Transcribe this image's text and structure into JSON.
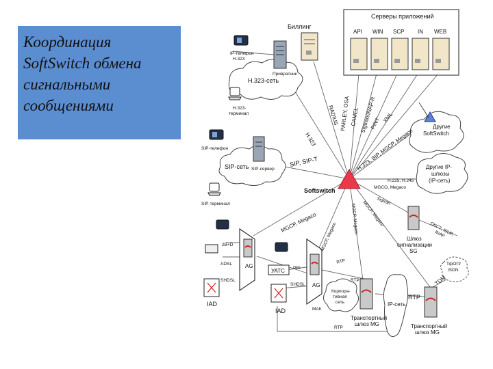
{
  "title": "Координация\nSoftSwitch обмена\nсигнальными\nсообщениями",
  "colors": {
    "title_bg": "#5b8ed1",
    "softswitch": "#e83a4a",
    "line": "#666666"
  },
  "nodes": {
    "billing": "Биллинг",
    "app_servers": "Серверы приложений",
    "app_server_names": [
      "API",
      "WIN",
      "SCP",
      "IN",
      "WEB"
    ],
    "h323_phone": "IP-телефон\nH.323",
    "gatekeeper": "Привратник",
    "h323_net": "H.323-сеть",
    "h323_terminal": "H.323-\nтерминал",
    "sip_phone": "SIP-телефон",
    "sip_net": "SIP-сеть",
    "sip_server": "SIP-сервер",
    "sip_terminal": "SIP-терминал",
    "softswitch": "Softswitch",
    "other_softswitch": "Другие\nSoftSwitch",
    "other_ip_gateways": "Другие IP-\nшлюзы\n(IP-сеть)",
    "sg": "Шлюз\nсигнализации\nSG",
    "pstn": "ТфОП/\nISDN",
    "tdm": "TDM",
    "ag": "AG",
    "ag2": "AG",
    "mak": "МАК",
    "uats": "УАТС",
    "iad": "IAD",
    "iad2": "IAD",
    "twob_d": "2B+D",
    "adsl": "ADSL",
    "shdsl": "SHDSL",
    "shdsl2": "SHDSL",
    "pri": "PRI",
    "corp_net": "Корпора-\nтивная\nсеть",
    "ip_net": "IP-сеть",
    "mg1": "Транспортный\nшлюз MG",
    "mg2": "Транспортный\nшлюз MG"
  },
  "protocols": {
    "radius": "RADIUS",
    "h323": "H.323",
    "parlay": "PARLEY, OSA",
    "camel": "CAMEL",
    "sigtran": "Sigtran/INAP-R",
    "pint": "PINT",
    "xml": "XML",
    "sip_mgcp": "H.323, SIP, MGCP, Megaco",
    "sip_sipt": "SIP, SIP-T",
    "h225": "H.225, H.245",
    "mgco": "MGCO, Megaco",
    "sigtran2": "Sigtran",
    "mgcp_megaco": "MGCP, Megaco",
    "mgcp_megaco2": "MGCP, Megaco",
    "mgcp_megaco3": "MGCP, Megaco",
    "mgcp_megaco4": "MGCP, Megaco",
    "rtp1": "RTP",
    "rtp2": "RTP",
    "rtp3": "RTP",
    "rtp4": "RTP",
    "oks7": "OKC7, ISUP,\nINAP"
  }
}
